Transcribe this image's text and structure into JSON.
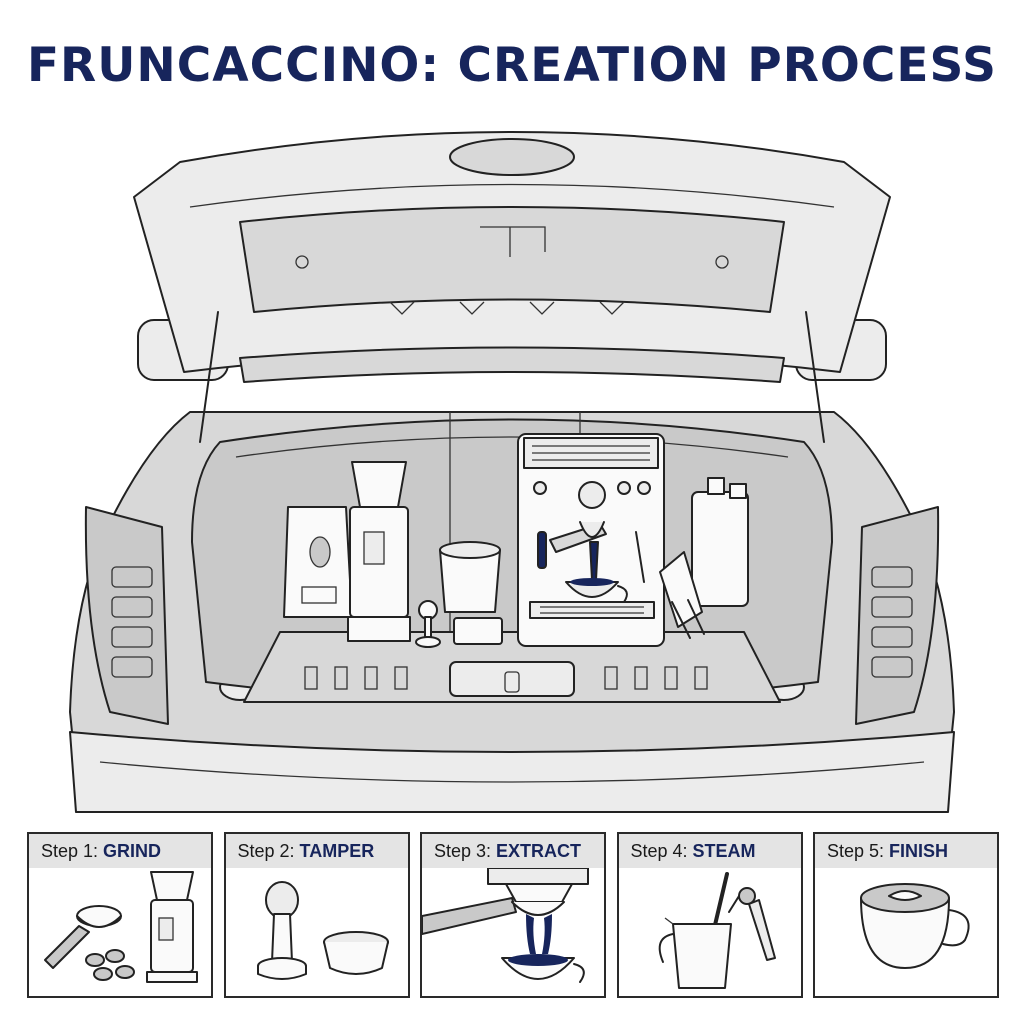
{
  "title": "FRUNCACCINO: CREATION PROCESS",
  "colors": {
    "accent": "#17255c",
    "line": "#222222",
    "panel": "#e4e4e4"
  },
  "steps": [
    {
      "prefix": "Step 1: ",
      "name": "GRIND"
    },
    {
      "prefix": "Step 2: ",
      "name": "TAMPER"
    },
    {
      "prefix": "Step 3: ",
      "name": "EXTRACT"
    },
    {
      "prefix": "Step 4: ",
      "name": "STEAM"
    },
    {
      "prefix": "Step 5: ",
      "name": "FINISH"
    }
  ]
}
